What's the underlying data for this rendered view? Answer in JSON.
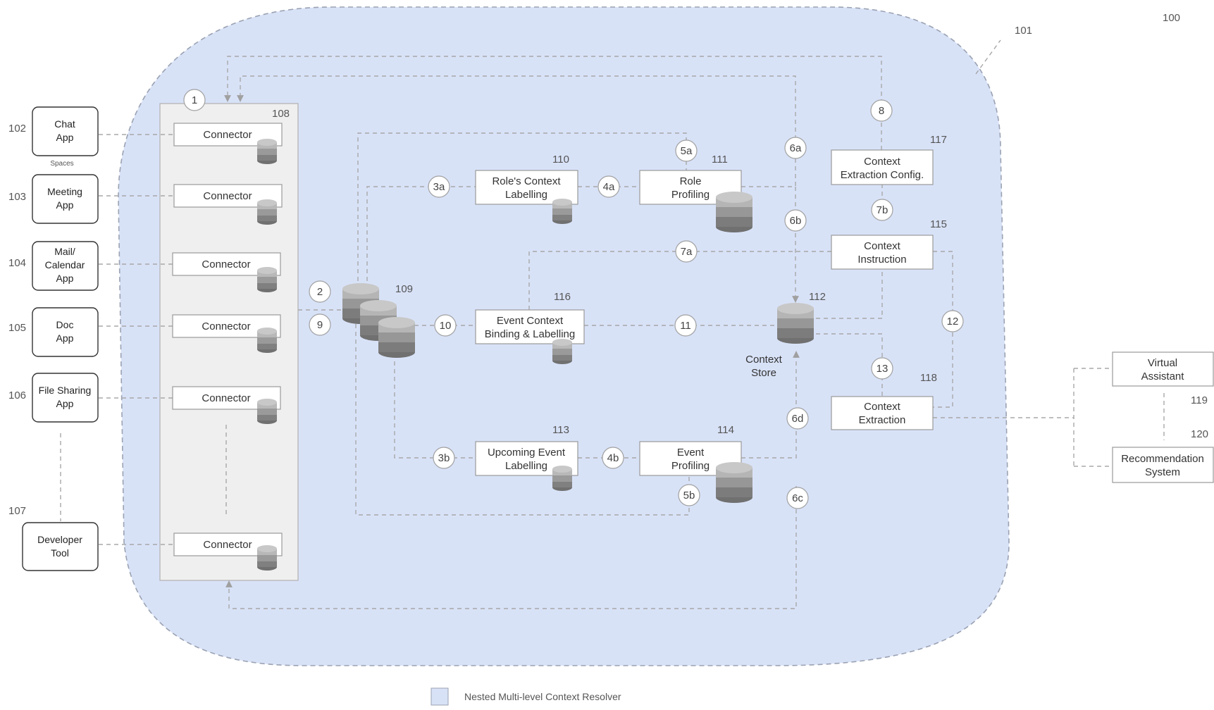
{
  "figure_ref": "100",
  "resolver_ref": "101",
  "apps": [
    {
      "ref": "102",
      "line1": "Chat",
      "line2": "App",
      "line3": ""
    },
    {
      "ref": "103",
      "line1": "Meeting",
      "line2": "App",
      "line3": ""
    },
    {
      "ref": "104",
      "line1": "Mail/",
      "line2": "Calendar",
      "line3": "App"
    },
    {
      "ref": "105",
      "line1": "Doc",
      "line2": "App",
      "line3": ""
    },
    {
      "ref": "106",
      "line1": "File Sharing",
      "line2": "App",
      "line3": ""
    }
  ],
  "spaces_label": "Spaces",
  "developer_tool": {
    "ref": "107",
    "line1": "Developer",
    "line2": "Tool"
  },
  "connector_panel_ref": "108",
  "connector_label": "Connector",
  "hub_ref": "109",
  "context_store": {
    "ref": "112",
    "line1": "Context",
    "line2": "Store"
  },
  "boxes": {
    "role_labelling": {
      "ref": "110",
      "line1": "Role's Context",
      "line2": "Labelling"
    },
    "role_profiling": {
      "ref": "111",
      "line1": "Role",
      "line2": "Profiling"
    },
    "event_binding": {
      "ref": "116",
      "line1": "Event Context",
      "line2": "Binding & Labelling"
    },
    "upcoming_labelling": {
      "ref": "113",
      "line1": "Upcoming Event",
      "line2": "Labelling"
    },
    "event_profiling": {
      "ref": "114",
      "line1": "Event",
      "line2": "Profiling"
    },
    "extraction_config": {
      "ref": "117",
      "line1": "Context",
      "line2": "Extraction Config."
    },
    "context_instruction": {
      "ref": "115",
      "line1": "Context",
      "line2": "Instruction"
    },
    "context_extraction": {
      "ref": "118",
      "line1": "Context",
      "line2": "Extraction"
    },
    "virtual_assistant": {
      "ref": "119",
      "line1": "Virtual",
      "line2": "Assistant"
    },
    "recommendation": {
      "ref": "120",
      "line1": "Recommendation",
      "line2": "System"
    }
  },
  "steps": [
    "1",
    "2",
    "9",
    "3a",
    "3b",
    "4a",
    "4b",
    "5a",
    "5b",
    "6a",
    "6b",
    "6c",
    "6d",
    "7a",
    "7b",
    "8",
    "10",
    "11",
    "12",
    "13"
  ],
  "legend": {
    "label": "Nested Multi-level Context Resolver",
    "color": "#d8e2f7"
  }
}
